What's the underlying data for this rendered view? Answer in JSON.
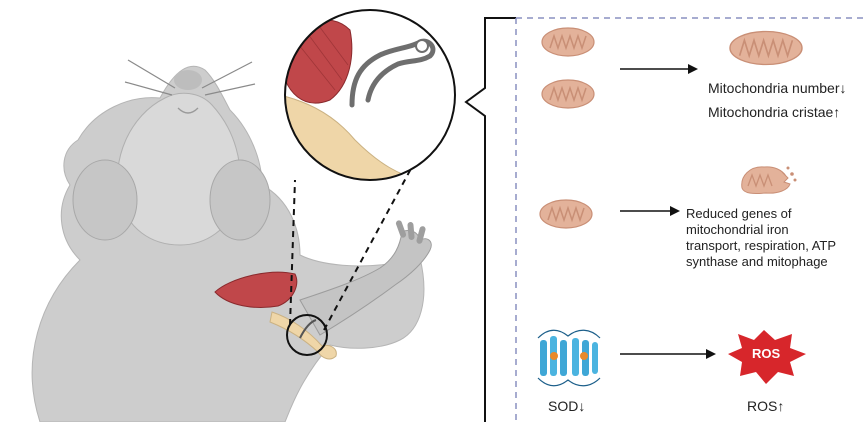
{
  "colors": {
    "mouse_body": "#cdcdcd",
    "mouse_outline": "#9a9a9a",
    "muscle": "#c0474a",
    "bone": "#efd6a8",
    "mitochondria": "#e3b29a",
    "mito_outline": "#c98f76",
    "sod": "#3fa7d6",
    "ros_star": "#d7262b",
    "dashed_line": "#8a90c0",
    "text": "#222222"
  },
  "labels": {
    "mito_number": "Mitochondria number↓",
    "mito_cristae": "Mitochondria cristae↑",
    "reduced_genes": [
      "Reduced genes of",
      "mitochondrial iron",
      "transport, respiration, ATP",
      "synthase and mitophage"
    ],
    "sod": "SOD↓",
    "ros_star_text": "ROS",
    "ros": "ROS↑"
  },
  "icons": [
    "mouse-illustration",
    "muscle-icon",
    "bone-icon",
    "clip-icon",
    "mitochondrion-icon",
    "damaged-mitochondrion-icon",
    "sod-protein-icon",
    "ros-star-icon",
    "arrow-icon"
  ]
}
